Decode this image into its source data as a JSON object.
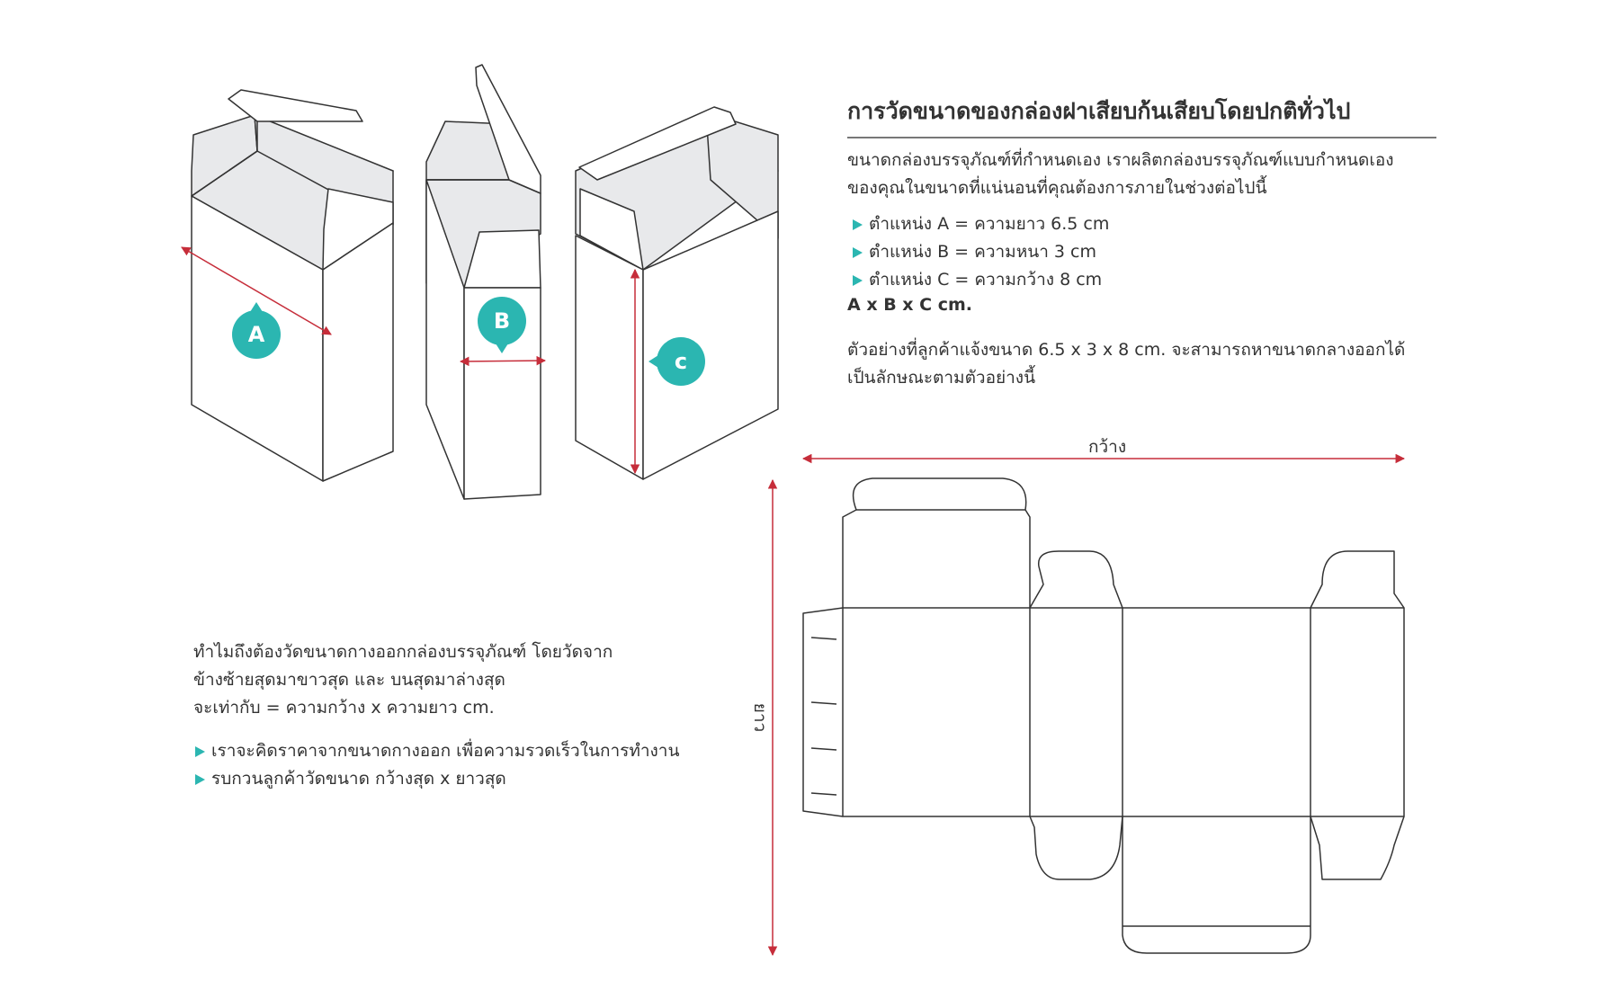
{
  "title": "การวัดขนาดของกล่องฝาเสียบก้นเสียบโดยปกติทั่วไป",
  "intro": {
    "line1": "ขนาดกล่องบรรจุภัณฑ์ที่กำหนดเอง เราผลิตกล่องบรรจุภัณฑ์แบบกำหนดเอง",
    "line2": "ของคุณในขนาดที่แน่นอนที่คุณต้องการภายในช่วงต่อไปนี้"
  },
  "positions": [
    {
      "text": "ตำแหน่ง A = ความยาว 6.5 cm"
    },
    {
      "text": "ตำแหน่ง B = ความหนา 3 cm"
    },
    {
      "text": "ตำแหน่ง C = ความกว้าง 8 cm"
    }
  ],
  "formula": "A x B x C cm.",
  "example": {
    "line1": "ตัวอย่างที่ลูกค้าแจ้งขนาด 6.5 x 3 x 8 cm. จะสามารถหาขนาดกลางออกได้",
    "line2": "เป็นลักษณะตามตัวอย่างนี้"
  },
  "why": {
    "line1": "ทำไมถึงต้องวัดขนาดกางออกกล่องบรรจุภัณฑ์ โดยวัดจาก",
    "line2": "ข้างซ้ายสุดมาขาวสุด และ บนสุดมาล่างสุด",
    "line3": "จะเท่ากับ = ความกว้าง x ความยาว cm."
  },
  "notes": [
    {
      "text": "เราจะคิดราคาจากขนาดกางออก เพื่อความรวดเร็วในการทำงาน"
    },
    {
      "text": "รบกวนลูกค้าวัดขนาด กว้างสุด x ยาวสุด"
    }
  ],
  "badges": {
    "a": "A",
    "b": "B",
    "c": "c"
  },
  "dimensions": {
    "width_label": "กว้าง",
    "length_label": "ยาว"
  },
  "colors": {
    "accent": "#2bb6b1",
    "dimension": "#c62d3a",
    "outline": "#333333",
    "inside": "#e8e9eb"
  }
}
